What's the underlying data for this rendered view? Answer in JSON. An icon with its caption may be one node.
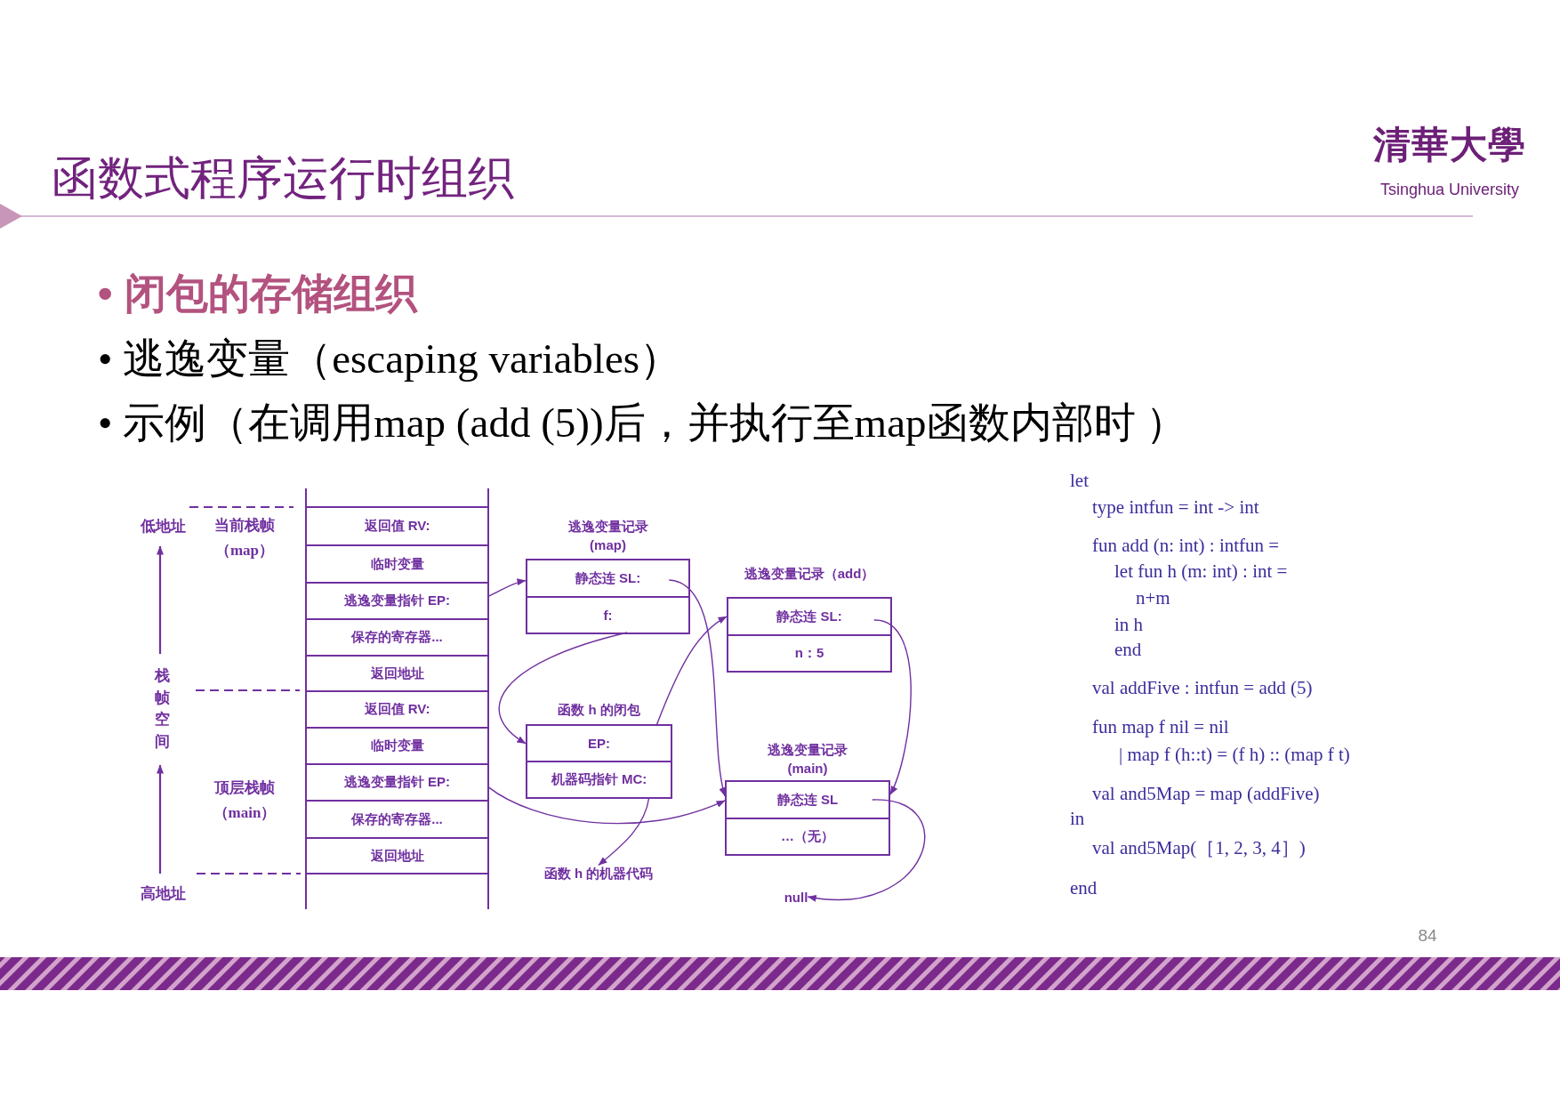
{
  "diagram": {
    "title": "函数式程序运行时组织",
    "nodes": [
      {
        "text": [
          "返回值 RV:"
        ]
      },
      {
        "text": [
          "临时变量"
        ]
      },
      {
        "text": [
          "逃逸变量指针 EP:"
        ]
      },
      {
        "text": [
          "保存的寄存器..."
        ]
      },
      {
        "text": [
          "返回地址"
        ]
      },
      {
        "text": [
          "返回值 RV:"
        ]
      },
      {
        "text": [
          "临时变量"
        ]
      },
      {
        "text": [
          "逃逸变量指针 EP:"
        ]
      },
      {
        "text": [
          "保存的寄存器..."
        ]
      },
      {
        "text": [
          "返回地址"
        ]
      },
      {
        "text": [
          "逃逸变量记录 (map)"
        ]
      },
      {
        "text": [
          "静态连 SL:"
        ],
        "in": 10
      },
      {
        "text": [
          "f:"
        ],
        "in": 10
      },
      {
        "text": [
          "逃逸变量记录（add）"
        ]
      },
      {
        "text": [
          "静态连 SL:"
        ],
        "in": 13
      },
      {
        "text": [
          "n：5"
        ],
        "in": 13
      },
      {
        "text": [
          "函数 h 的闭包"
        ]
      },
      {
        "text": [
          "EP:"
        ],
        "in": 16
      },
      {
        "text": [
          "机器码指针 MC:"
        ],
        "in": 16
      },
      {
        "text": [
          "逃逸变量记录 (main)"
        ]
      },
      {
        "text": [
          "静态连 SL"
        ],
        "in": 19
      },
      {
        "text": [
          "…（无）"
        ],
        "in": 19
      },
      {
        "text": [
          "函数 h 的机器代码"
        ]
      },
      {
        "text": [
          "null"
        ]
      }
    ],
    "edges": [
      {
        "from": 2,
        "to": 10,
        "arrow": "to"
      },
      {
        "from": 11,
        "to": 19,
        "arrow": "to"
      },
      {
        "from": 12,
        "to": 16,
        "arrow": "to"
      },
      {
        "from": 17,
        "to": 13,
        "arrow": "to"
      },
      {
        "from": 14,
        "to": 19,
        "arrow": "to"
      },
      {
        "from": 18,
        "to": 22,
        "arrow": "to"
      },
      {
        "from": 7,
        "to": 19,
        "arrow": "to"
      },
      {
        "from": 20,
        "to": 23,
        "arrow": "to"
      }
    ],
    "labels": [
      "清華大學",
      "Tsinghua University",
      "• 闭包的存储组织",
      "• 逃逸变量（escaping variables）",
      "• 示例（在调用map (add (5))后，并执行至map函数内部时 ）",
      "低地址",
      "当前栈帧（map）",
      "栈帧空间",
      "顶层栈帧（main）",
      "高地址",
      "let",
      "type intfun = int -> int",
      "fun add (n: int) : intfun =",
      "let fun h (m: int) : int =",
      "n+m",
      "in h",
      "end",
      "val addFive : intfun = add (5)",
      "fun map f nil = nil",
      "| map f (h::t) = (f h) :: (map f t)",
      "val and5Map = map (addFive)",
      "in",
      "val and5Map(［1, 2, 3, 4］)",
      "end",
      "84"
    ]
  }
}
